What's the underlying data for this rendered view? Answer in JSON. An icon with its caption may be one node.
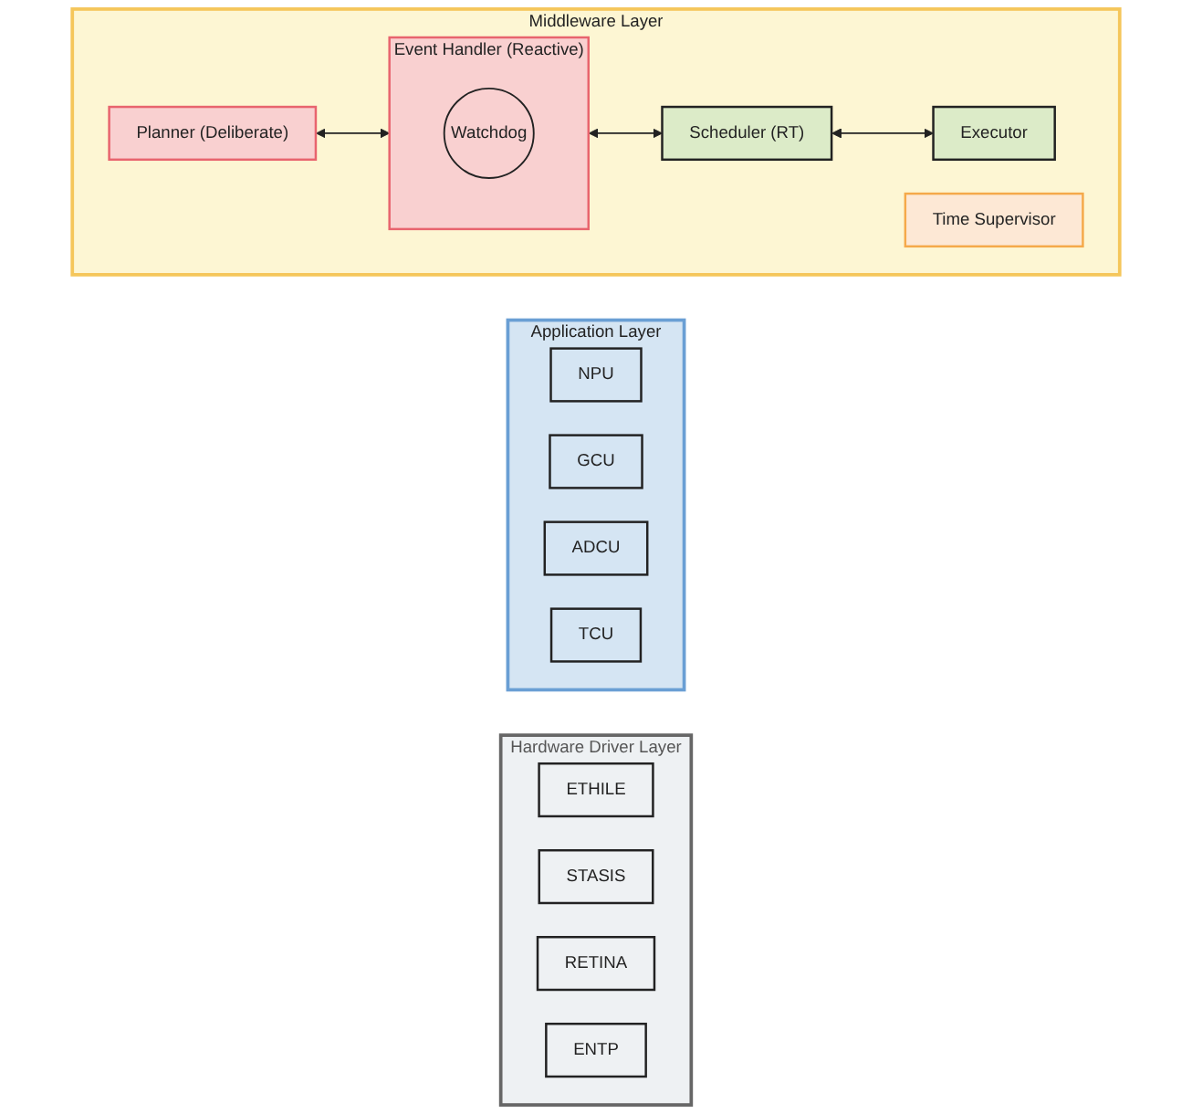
{
  "diagram": {
    "nodes": [
      {
        "text": [
          "Middleware Layer"
        ]
      },
      {
        "text": [
          "Planner (Deliberate)"
        ],
        "in": 0
      },
      {
        "text": [
          "Event Handler (Reactive)"
        ],
        "in": 0
      },
      {
        "text": [
          "Watchdog"
        ],
        "in": 2
      },
      {
        "text": [
          "Scheduler (RT)"
        ],
        "in": 0
      },
      {
        "text": [
          "Executor"
        ],
        "in": 0
      },
      {
        "text": [
          "Time Supervisor"
        ],
        "in": 0
      },
      {
        "text": [
          "Application Layer"
        ]
      },
      {
        "text": [
          "NPU"
        ],
        "in": 7
      },
      {
        "text": [
          "GCU"
        ],
        "in": 7
      },
      {
        "text": [
          "ADCU"
        ],
        "in": 7
      },
      {
        "text": [
          "TCU"
        ],
        "in": 7
      },
      {
        "text": [
          "Hardware Driver Layer"
        ]
      },
      {
        "text": [
          "ETHILE"
        ],
        "in": 12
      },
      {
        "text": [
          "STASIS"
        ],
        "in": 12
      },
      {
        "text": [
          "RETINA"
        ],
        "in": 12
      },
      {
        "text": [
          "ENTP"
        ],
        "in": 12
      }
    ],
    "edges": [
      {
        "from": 1,
        "to": 2,
        "arrow": "both"
      },
      {
        "from": 2,
        "to": 4,
        "arrow": "both"
      },
      {
        "from": 4,
        "to": 5,
        "arrow": "both"
      }
    ]
  }
}
